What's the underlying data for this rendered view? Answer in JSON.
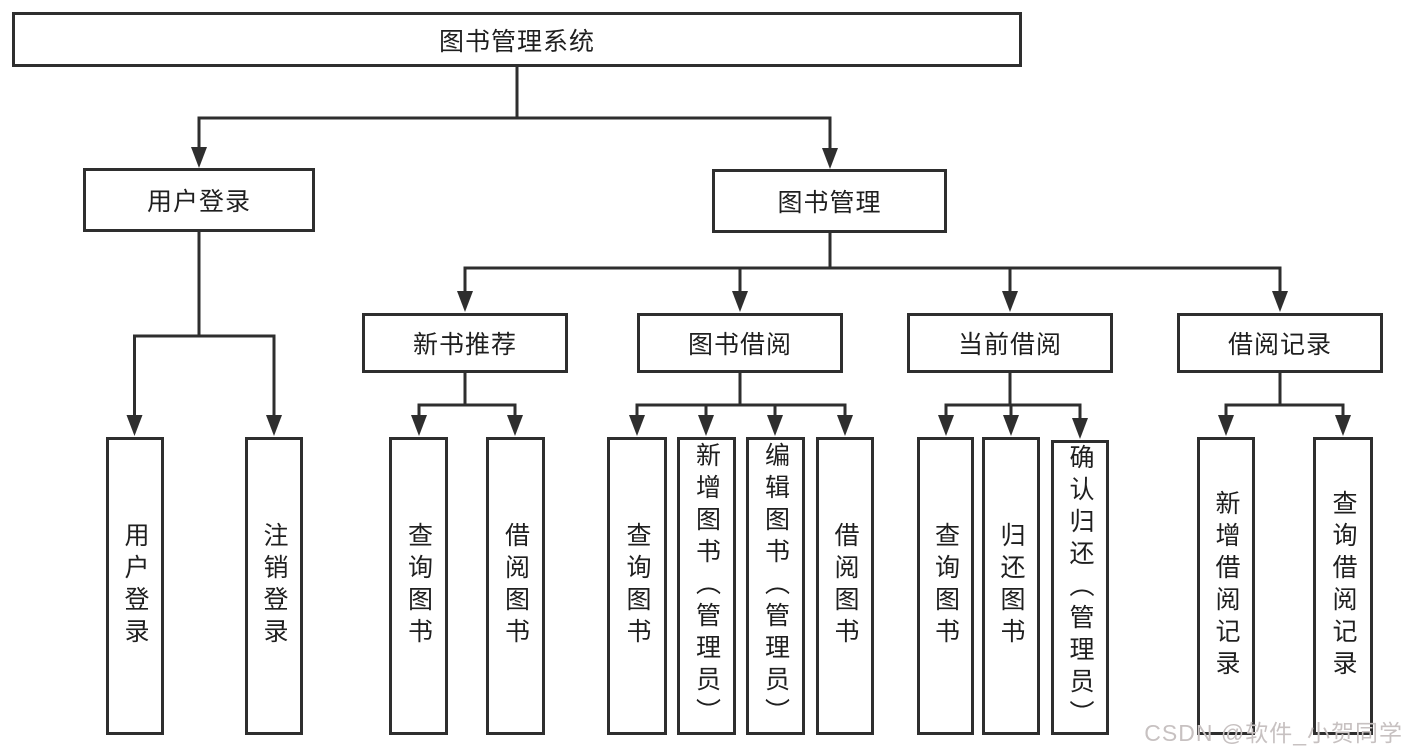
{
  "diagram": {
    "type": "function-structure-tree",
    "tree": {
      "label": "图书管理系统",
      "children": [
        {
          "label": "用户登录",
          "children": [
            {
              "label": "用户登录"
            },
            {
              "label": "注销登录"
            }
          ]
        },
        {
          "label": "图书管理",
          "children": [
            {
              "label": "新书推荐",
              "children": [
                {
                  "label": "查询图书"
                },
                {
                  "label": "借阅图书"
                }
              ]
            },
            {
              "label": "图书借阅",
              "children": [
                {
                  "label": "查询图书"
                },
                {
                  "label": "新增图书（管理员）"
                },
                {
                  "label": "编辑图书（管理员）"
                },
                {
                  "label": "借阅图书"
                }
              ]
            },
            {
              "label": "当前借阅",
              "children": [
                {
                  "label": "查询图书"
                },
                {
                  "label": "归还图书"
                },
                {
                  "label": "确认归还（管理员）"
                }
              ]
            },
            {
              "label": "借阅记录",
              "children": [
                {
                  "label": "新增借阅记录"
                },
                {
                  "label": "查询借阅记录"
                }
              ]
            }
          ]
        }
      ]
    },
    "colors": {
      "line": "#2e2e2e",
      "box_border": "#2e2e2e",
      "box_background": "#ffffff",
      "text": "#1f1f1f",
      "watermark": "#c7c1c1",
      "background": "#ffffff"
    }
  },
  "watermark": {
    "text": "CSDN @软件_小贺同学"
  }
}
